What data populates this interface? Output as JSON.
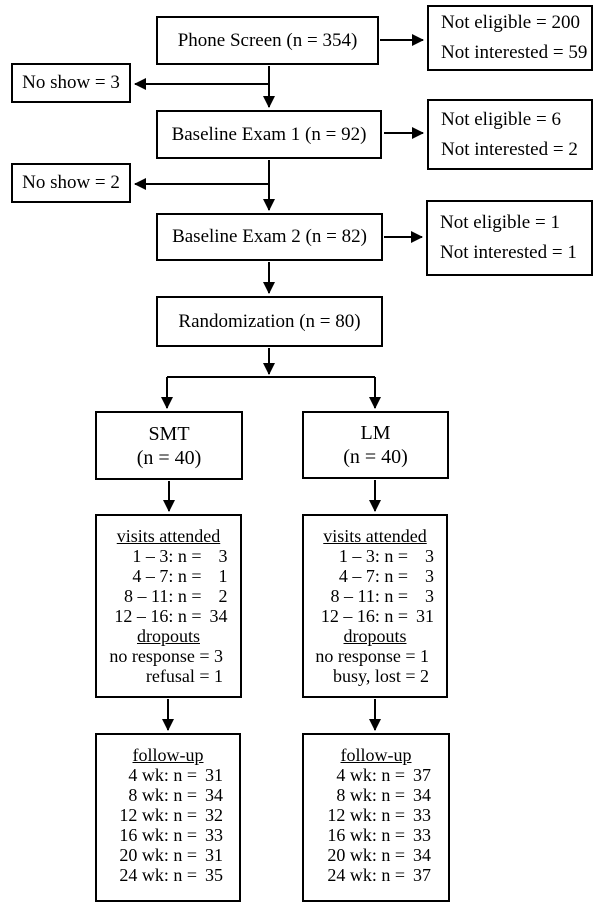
{
  "diagram": {
    "phone_screen": "Phone Screen (n = 354)",
    "excl1": [
      "Not eligible = 200",
      "Not interested = 59"
    ],
    "no_show1": "No show = 3",
    "baseline1": "Baseline Exam 1 (n = 92)",
    "excl2": [
      "Not eligible = 6",
      "Not interested = 2"
    ],
    "no_show2": "No show = 2",
    "baseline2": "Baseline Exam 2 (n = 82)",
    "excl3": [
      "Not eligible = 1",
      "Not interested = 1"
    ],
    "randomization": "Randomization (n = 80)",
    "smt": [
      "SMT",
      "(n = 40)"
    ],
    "lm": [
      "LM",
      "(n = 40)"
    ],
    "smt_visits": {
      "title": "visits attended",
      "rows": [
        {
          "label": "1 – 3: n =",
          "n": "3"
        },
        {
          "label": "4 – 7: n =",
          "n": "1"
        },
        {
          "label": "8 – 11: n =",
          "n": "2"
        },
        {
          "label": "12 – 16: n =",
          "n": "34"
        }
      ],
      "dropouts_title": "dropouts",
      "dropouts": [
        "no response = 3",
        "refusal = 1"
      ]
    },
    "lm_visits": {
      "title": "visits attended",
      "rows": [
        {
          "label": "1 – 3: n =",
          "n": "3"
        },
        {
          "label": "4 – 7: n =",
          "n": "3"
        },
        {
          "label": "8 – 11: n =",
          "n": "3"
        },
        {
          "label": "12 – 16: n =",
          "n": "31"
        }
      ],
      "dropouts_title": "dropouts",
      "dropouts": [
        "no response = 1",
        "busy, lost = 2"
      ]
    },
    "smt_followup": {
      "title": "follow-up",
      "rows": [
        {
          "label": "4 wk: n =",
          "n": "31"
        },
        {
          "label": "8 wk: n =",
          "n": "34"
        },
        {
          "label": "12 wk: n =",
          "n": "32"
        },
        {
          "label": "16 wk: n =",
          "n": "33"
        },
        {
          "label": "20 wk: n =",
          "n": "31"
        },
        {
          "label": "24 wk: n =",
          "n": "35"
        }
      ]
    },
    "lm_followup": {
      "title": "follow-up",
      "rows": [
        {
          "label": "4 wk: n =",
          "n": "37"
        },
        {
          "label": "8 wk: n =",
          "n": "34"
        },
        {
          "label": "12 wk: n =",
          "n": "33"
        },
        {
          "label": "16 wk: n =",
          "n": "33"
        },
        {
          "label": "20 wk: n =",
          "n": "34"
        },
        {
          "label": "24 wk: n =",
          "n": "37"
        }
      ]
    },
    "line_color": "#000000"
  }
}
